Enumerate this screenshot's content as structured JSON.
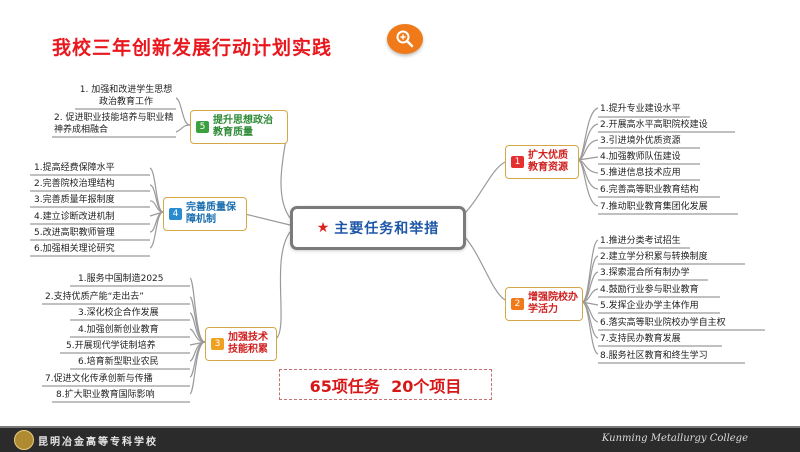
{
  "title": "我校三年创新发展行动计划实践",
  "center": {
    "label": "主要任务和举措"
  },
  "summary": "65项任务  20个项目",
  "footer": {
    "school_cn": "昆明冶金高等专科学校",
    "school_en": "Kunming Metallurgy College"
  },
  "colors": {
    "title": "#e8181e",
    "node_border": "#d4a845",
    "line": "#9a9a9a",
    "center_text": "#1e57a8"
  },
  "branches": [
    {
      "num": "1",
      "label": "扩大优质教育资源",
      "color": "#e53030",
      "items": [
        "1.提升专业建设水平",
        "2.开展高水平高职院校建设",
        "3.引进境外优质资源",
        "4.加强教师队伍建设",
        "5.推进信息技术应用",
        "6.完善高等职业教育结构",
        "7.推动职业教育集团化发展"
      ]
    },
    {
      "num": "2",
      "label": "增强院校办学活力",
      "color": "#f07a1a",
      "items": [
        "1.推进分类考试招生",
        "2.建立学分积累与转换制度",
        "3.探索混合所有制办学",
        "4.鼓励行业参与职业教育",
        "5.发挥企业办学主体作用",
        "6.落实高等职业院校办学自主权",
        "7.支持民办教育发展",
        "8.服务社区教育和终生学习"
      ]
    },
    {
      "num": "3",
      "label": "加强技术技能积累",
      "color": "#f0a020",
      "items": [
        "1.服务中国制造2025",
        "2.支持优质产能“走出去”",
        "3.深化校企合作发展",
        "4.加强创新创业教育",
        "5.开展现代学徒制培养",
        "6.培育新型职业农民",
        "7.促进文化传承创新与传播",
        "8.扩大职业教育国际影响"
      ]
    },
    {
      "num": "4",
      "label": "完善质量保障机制",
      "color": "#2a8cd0",
      "items": [
        "1.提高经费保障水平",
        "2.完善院校治理结构",
        "3.完善质量年报制度",
        "4.建立诊断改进机制",
        "5.改进高职教师管理",
        "6.加强相关理论研究"
      ]
    },
    {
      "num": "5",
      "label": "提升思想政治教育质量",
      "color": "#3aa040",
      "items": [
        "1. 加强和改进学生思想政治教育工作",
        "2. 促进职业技能培养与职业精神养成相融合"
      ]
    }
  ]
}
